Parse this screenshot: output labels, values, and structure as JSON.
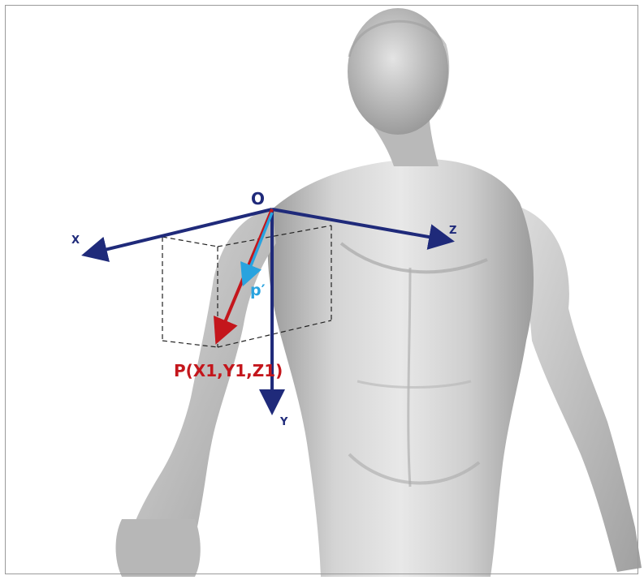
{
  "labels": {
    "origin": "O",
    "x_axis": "X",
    "y_axis": "Y",
    "z_axis": "Z",
    "vector_unit": "p′",
    "point": "P(X1,Y1,Z1)"
  },
  "colors": {
    "axis": "#1f2a7a",
    "vector_point": "#c4161c",
    "vector_unit": "#29a3df",
    "body_light": "#e6e6e6",
    "body_mid": "#bdbdbd",
    "body_dark": "#8f8f8f",
    "box_lines": "#222222"
  }
}
